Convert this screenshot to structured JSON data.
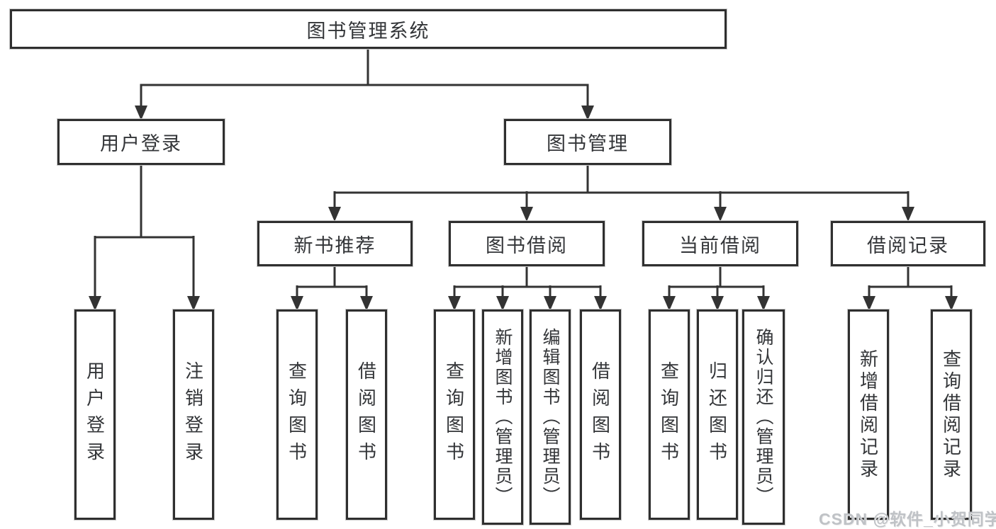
{
  "colors": {
    "line": "#333333",
    "box_border": "#2f2f2f",
    "text": "#333538",
    "watermark_text": "#bfc2c6",
    "background": "#ffffff"
  },
  "tree": {
    "root": {
      "label": "图书管理系统"
    },
    "branches": [
      {
        "label": "用户登录",
        "leaves": [
          {
            "label": "用户登录"
          },
          {
            "label": "注销登录"
          }
        ]
      },
      {
        "label": "图书管理",
        "groups": [
          {
            "label": "新书推荐",
            "leaves": [
              {
                "label": "查询图书"
              },
              {
                "label": "借阅图书"
              }
            ]
          },
          {
            "label": "图书借阅",
            "leaves": [
              {
                "label": "查询图书"
              },
              {
                "label": "新增图书（管理员）"
              },
              {
                "label": "编辑图书（管理员）"
              },
              {
                "label": "借阅图书"
              }
            ]
          },
          {
            "label": "当前借阅",
            "leaves": [
              {
                "label": "查询图书"
              },
              {
                "label": "归还图书"
              },
              {
                "label": "确认归还（管理员）"
              }
            ]
          },
          {
            "label": "借阅记录",
            "leaves": [
              {
                "label": "新增借阅记录"
              },
              {
                "label": "查询借阅记录"
              }
            ]
          }
        ]
      }
    ]
  },
  "watermark": {
    "text": "CSDN @软件_小贺同学"
  }
}
